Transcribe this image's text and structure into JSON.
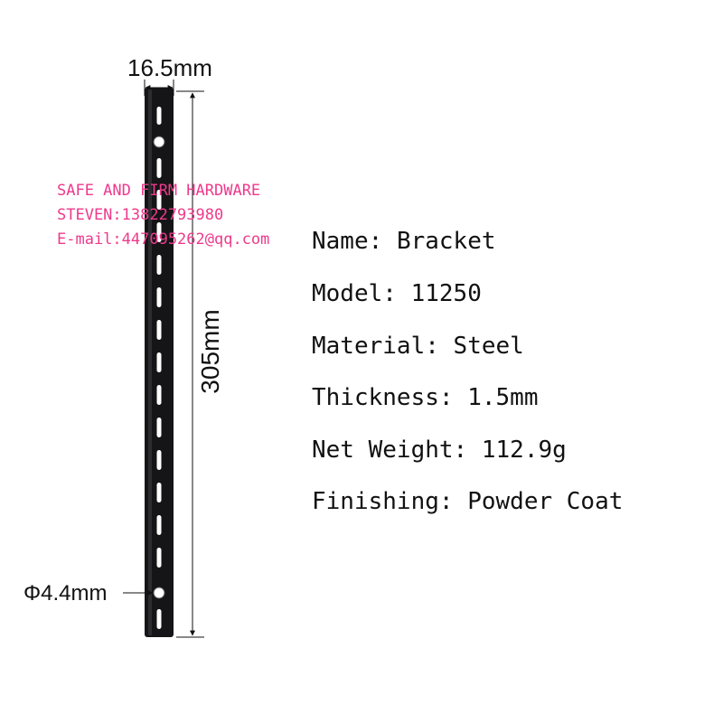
{
  "product": {
    "dimensions": {
      "width_label": "16.5mm",
      "height_label": "305mm",
      "hole_label": "Φ4.4mm"
    },
    "specs": [
      {
        "key": "Name",
        "sep": ": ",
        "value": "Bracket"
      },
      {
        "key": "Model",
        "sep": ": ",
        "value": "11250"
      },
      {
        "key": "Material",
        "sep": ": ",
        "value": "Steel"
      },
      {
        "key": "Thickness",
        "sep": ": ",
        "value": "1.5mm"
      },
      {
        "key": "Net Weight",
        "sep": ": ",
        "value": "112.9g"
      },
      {
        "key": "Finishing",
        "sep": ": ",
        "value": "Powder Coat"
      }
    ]
  },
  "watermark": {
    "line1": "SAFE AND FIRM HARDWARE",
    "line2": "STEVEN:13822793980",
    "line3": "E-mail:447095262@qq.com",
    "color": "#ee3a8c"
  },
  "colors": {
    "bracket": "#151517",
    "dimension_line": "#111111"
  }
}
